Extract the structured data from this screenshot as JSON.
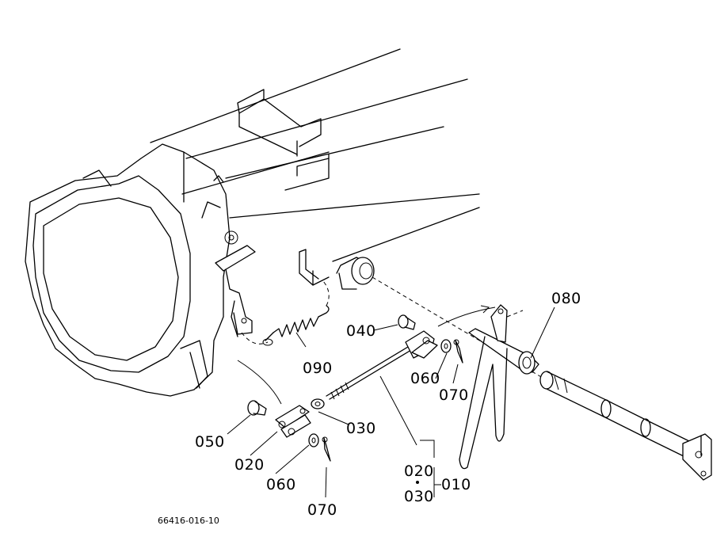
{
  "drawing_code": "66416-016-10",
  "callouts": {
    "p010": "010",
    "p020_a": "020",
    "p020_b": "020",
    "p030_a": "030",
    "p030_b": "030",
    "p040": "040",
    "p050": "050",
    "p060_a": "060",
    "p060_b": "060",
    "p070_a": "070",
    "p070_b": "070",
    "p080": "080",
    "p090": "090"
  }
}
